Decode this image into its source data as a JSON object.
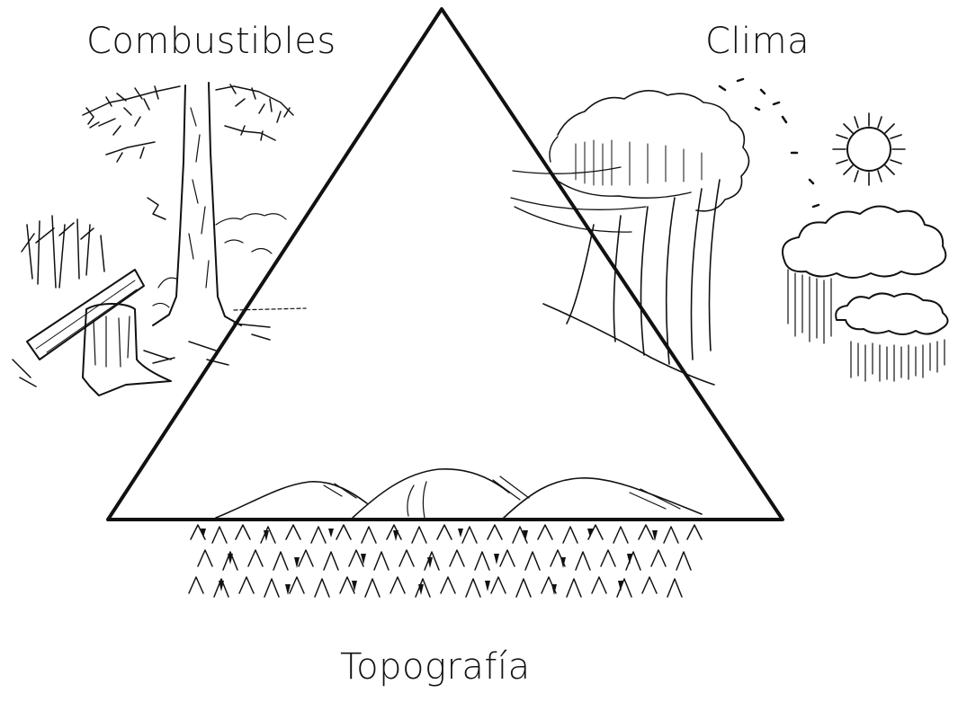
{
  "diagram": {
    "labels": {
      "fuels": "Combustibles",
      "weather": "Clima",
      "topography": "Topografía"
    },
    "colors": {
      "ink": "#111111",
      "background": "#ffffff"
    },
    "icons": [
      "trees-illustration",
      "windswept-tree-illustration",
      "sun-icon",
      "rain-cloud-icon",
      "hills-illustration",
      "forest-canopy-illustration"
    ]
  }
}
